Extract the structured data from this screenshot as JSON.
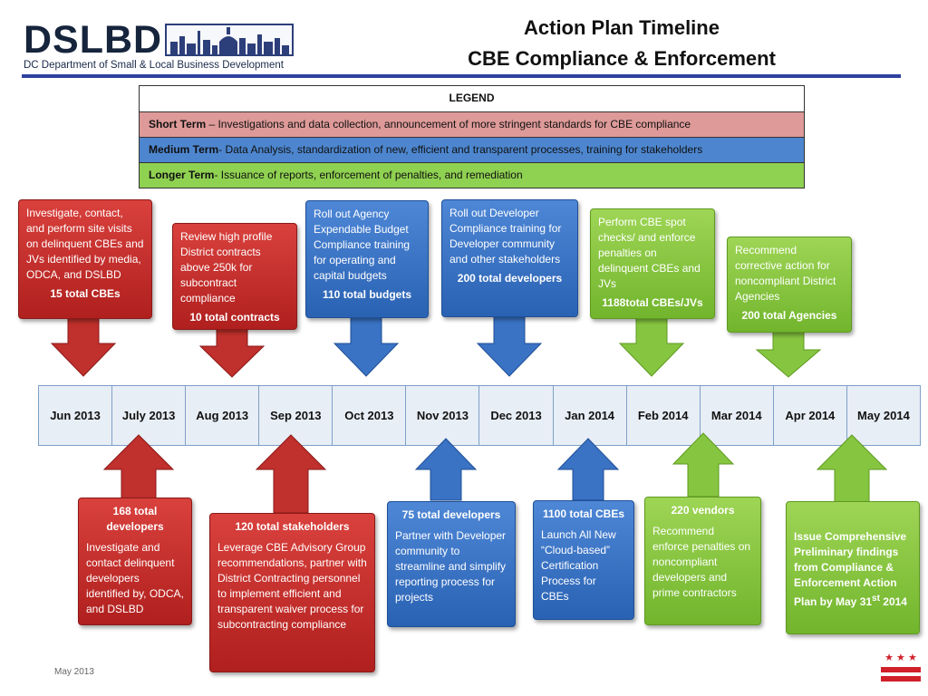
{
  "header": {
    "logo_text": "DSLBD",
    "logo_subtitle": "DC Department of Small & Local Business Development",
    "title_line1": "Action Plan Timeline",
    "title_line2": "CBE Compliance & Enforcement"
  },
  "legend": {
    "heading": "LEGEND",
    "short_label": "Short Term",
    "short_text": " – Investigations and data collection, announcement of more stringent standards for CBE compliance",
    "medium_label": "Medium Term",
    "medium_text": "- Data Analysis, standardization of new, efficient and transparent processes,  training for stakeholders",
    "long_label": "Longer Term",
    "long_text": "- Issuance of reports, enforcement of penalties, and remediation"
  },
  "timeline": [
    "Jun 2013",
    "July 2013",
    "Aug 2013",
    "Sep 2013",
    "Oct 2013",
    "Nov 2013",
    "Dec 2013",
    "Jan 2014",
    "Feb 2014",
    "Mar 2014",
    "Apr 2014",
    "May 2014"
  ],
  "top_boxes": [
    {
      "text": "Investigate, contact, and perform site visits on delinquent CBEs and JVs identified by media, ODCA, and DSLBD",
      "total": "15 total CBEs"
    },
    {
      "text": "Review high profile District contracts above 250k for subcontract compliance",
      "total": "10 total contracts"
    },
    {
      "text": "Roll out Agency Expendable Budget Compliance training for operating and capital budgets",
      "total": "110 total budgets"
    },
    {
      "text": "Roll out Developer Compliance training for Developer community and other stakeholders",
      "total": "200 total developers"
    },
    {
      "text": "Perform CBE spot checks/ and enforce penalties on delinquent CBEs and JVs",
      "total": "1188total CBEs/JVs"
    },
    {
      "text": "Recommend corrective action for noncompliant District Agencies",
      "total": "200 total Agencies"
    }
  ],
  "bottom_boxes": [
    {
      "total": "168 total developers",
      "text": "Investigate and contact delinquent developers identified by, ODCA, and DSLBD"
    },
    {
      "total": "120 total stakeholders",
      "text": "Leverage CBE Advisory Group recommendations, partner with District Contracting personnel to implement efficient and transparent waiver process for subcontracting compliance"
    },
    {
      "total": "75 total developers",
      "text": "Partner with Developer community to streamline and simplify reporting process for projects"
    },
    {
      "total": "1100 total CBEs",
      "text": "Launch All New “Cloud-based” Certification Process for CBEs"
    },
    {
      "total": "220 vendors",
      "text": "Recommend enforce penalties on noncompliant developers and prime contractors"
    },
    {
      "text": "Issue Comprehensive Preliminary findings from Compliance & Enforcement Action Plan by May 31",
      "sup": "st",
      "year": " 2014"
    }
  ],
  "footer": {
    "date": "May 2013",
    "flag_stars": "★ ★ ★"
  },
  "colors": {
    "short": "#dd9a98",
    "medium": "#4d86cf",
    "long": "#8fd151",
    "red_arrow": "#c0302c",
    "blue_arrow": "#3a72c4",
    "green_arrow": "#86c540"
  }
}
